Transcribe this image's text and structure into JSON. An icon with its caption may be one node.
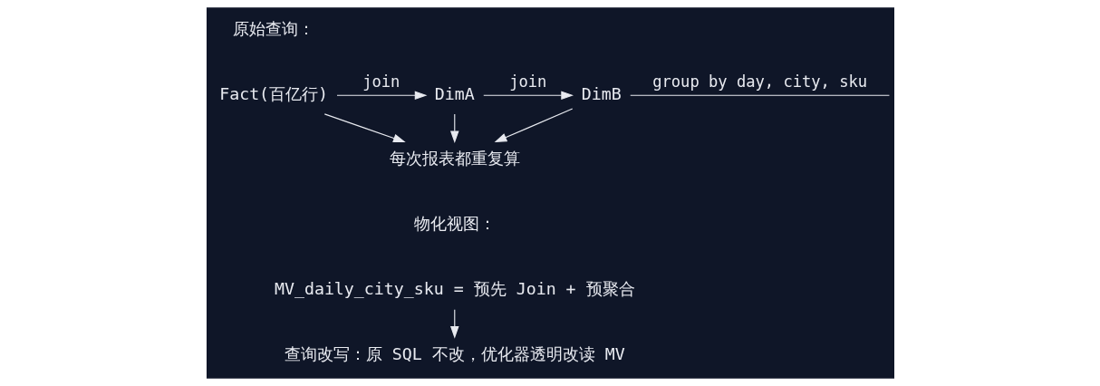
{
  "diagram": {
    "nodes": [
      {
        "text": [
          "Fact(百亿行)"
        ]
      },
      {
        "text": [
          "DimA"
        ]
      },
      {
        "text": [
          "DimB"
        ]
      },
      {
        "text": [
          "每次报表都重复算"
        ]
      },
      {
        "text": [
          "MV_daily_city_sku = 预先 Join + 预聚合"
        ]
      },
      {
        "text": [
          "查询改写：原 SQL 不改，优化器透明改读 MV"
        ]
      }
    ],
    "edges": [
      {
        "from": 0,
        "to": 1,
        "arrow": "to",
        "label": "join"
      },
      {
        "from": 1,
        "to": 2,
        "arrow": "to",
        "label": "join"
      },
      {
        "from": 2,
        "to": null,
        "arrow": "none",
        "label": "group by day, city, sku"
      },
      {
        "from": 0,
        "to": 3,
        "arrow": "to"
      },
      {
        "from": 1,
        "to": 3,
        "arrow": "to"
      },
      {
        "from": 2,
        "to": 3,
        "arrow": "to"
      },
      {
        "from": 4,
        "to": 5,
        "arrow": "to"
      }
    ],
    "labels": [
      "原始查询：",
      "物化视图："
    ]
  }
}
